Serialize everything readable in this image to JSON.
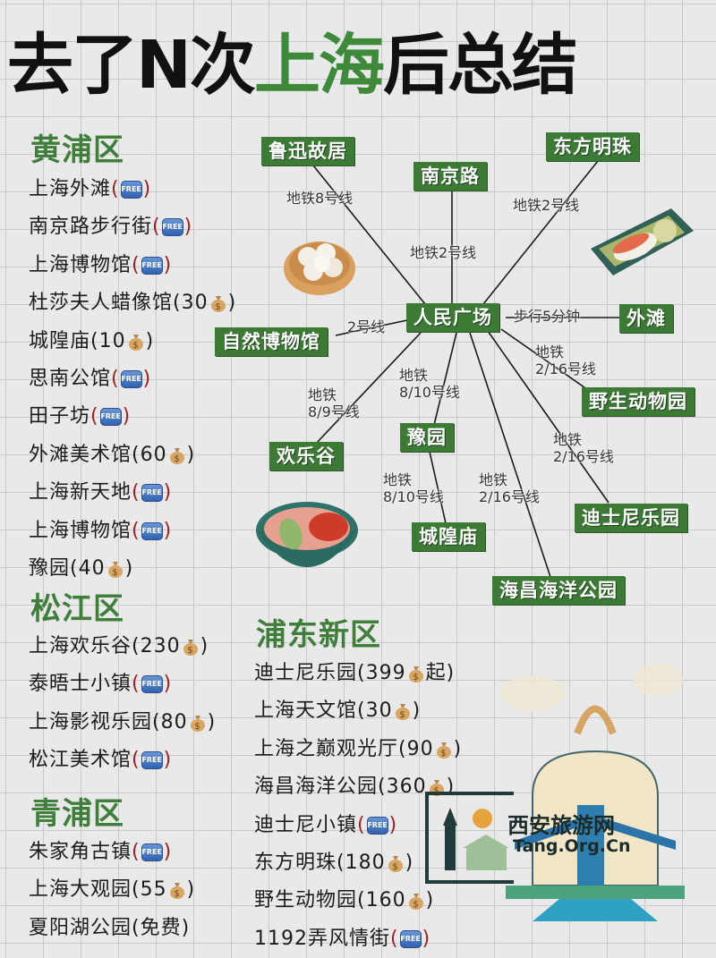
{
  "title": {
    "part1": "去了N次",
    "highlight": "上海",
    "part2": "后总结"
  },
  "colors": {
    "accent_green": "#3c7a36",
    "heading_green": "#3f7f3b",
    "title_green": "#3e8a3a",
    "free_badge_blue": "#3a6fbf",
    "free_paren_red": "#a02020"
  },
  "icons": {
    "free": "FREE",
    "money_bag": "money-bag-icon"
  },
  "districts": {
    "huangpu": {
      "name": "黄浦区",
      "items": [
        {
          "name": "上海外滩",
          "price": "",
          "free": true
        },
        {
          "name": "南京路步行街",
          "price": "",
          "free": true
        },
        {
          "name": "上海博物馆",
          "price": "",
          "free": true
        },
        {
          "name": "杜莎夫人蜡像馆",
          "price": "30",
          "free": false
        },
        {
          "name": "城隍庙",
          "price": "10",
          "free": false
        },
        {
          "name": "思南公馆",
          "price": "",
          "free": true
        },
        {
          "name": "田子坊",
          "price": "",
          "free": true
        },
        {
          "name": "外滩美术馆",
          "price": "60",
          "free": false
        },
        {
          "name": "上海新天地",
          "price": "",
          "free": true
        },
        {
          "name": "上海博物馆",
          "price": "",
          "free": true
        },
        {
          "name": "豫园",
          "price": "40",
          "free": false
        }
      ]
    },
    "songjiang": {
      "name": "松江区",
      "items": [
        {
          "name": "上海欢乐谷",
          "price": "230",
          "free": false
        },
        {
          "name": "泰晤士小镇",
          "price": "",
          "free": true
        },
        {
          "name": "上海影视乐园",
          "price": "80",
          "free": false
        },
        {
          "name": "松江美术馆",
          "price": "",
          "free": true
        }
      ]
    },
    "qingpu": {
      "name": "青浦区",
      "items": [
        {
          "name": "朱家角古镇",
          "price": "",
          "free": true
        },
        {
          "name": "上海大观园",
          "price": "55",
          "free": false
        },
        {
          "name": "夏阳湖公园",
          "price": "",
          "free": false,
          "note": "免费"
        }
      ]
    },
    "pudong": {
      "name": "浦东新区",
      "items": [
        {
          "name": "迪士尼乐园",
          "price": "399",
          "free": false,
          "suffix": "起"
        },
        {
          "name": "上海天文馆",
          "price": "30",
          "free": false
        },
        {
          "name": "上海之巅观光厅",
          "price": "90",
          "free": false
        },
        {
          "name": "海昌海洋公园",
          "price": "360",
          "free": false
        },
        {
          "name": "迪士尼小镇",
          "price": "",
          "free": true
        },
        {
          "name": "东方明珠",
          "price": "180",
          "free": false
        },
        {
          "name": "野生动物园",
          "price": "160",
          "free": false
        },
        {
          "name": "1192弄风情街",
          "price": "",
          "free": true
        }
      ]
    }
  },
  "map": {
    "hub": "人民广场",
    "nodes": {
      "luxun": "鲁迅故居",
      "nanjinglu": "南京路",
      "dongfang": "东方明珠",
      "waitan": "外滩",
      "ziran": "自然博物馆",
      "yesheng": "野生动物园",
      "huanlegu": "欢乐谷",
      "yuyuan": "豫园",
      "disney": "迪士尼乐园",
      "chenghuang": "城隍庙",
      "haichang": "海昌海洋公园"
    },
    "edges": {
      "luxun": "地铁8号线",
      "nanjinglu": "地铁2号线",
      "dongfang": "地铁2号线",
      "waitan": "步行5分钟",
      "ziran": "2号线",
      "yesheng": "地铁\n2/16号线",
      "huanlegu": "地铁\n8/9号线",
      "yuyuan": "地铁\n8/10号线",
      "disney": "地铁\n2/16号线",
      "chenghuang": "地铁\n8/10号线",
      "haichang": "地铁\n2/16号线"
    }
  },
  "watermark": {
    "cn": "西安旅游网",
    "en": "Tang.Org.Cn"
  }
}
